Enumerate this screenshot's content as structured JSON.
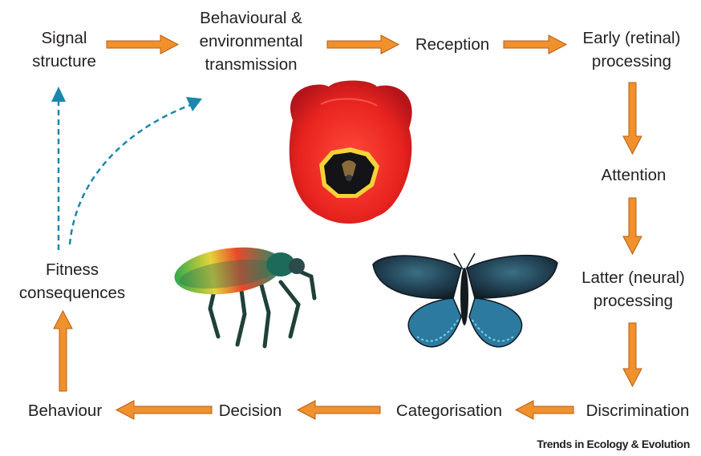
{
  "nodes": {
    "signal_structure": "Signal\nstructure",
    "transmission": "Behavioural &\nenvironmental\ntransmission",
    "reception": "Reception",
    "early_processing": "Early (retinal)\nprocessing",
    "attention": "Attention",
    "latter_processing": "Latter (neural)\nprocessing",
    "discrimination": "Discrimination",
    "categorisation": "Categorisation",
    "decision": "Decision",
    "behaviour": "Behaviour",
    "fitness": "Fitness\nconsequences"
  },
  "journal": "Trends in Ecology & Evolution",
  "illustrations": [
    "tulip-flower",
    "jewel-beetle",
    "butterfly"
  ],
  "colors": {
    "flow_arrow": "#f0912d",
    "flow_arrow_outline": "#b65e13",
    "feedback_arrow": "#1a87ad",
    "text": "#231f20"
  }
}
